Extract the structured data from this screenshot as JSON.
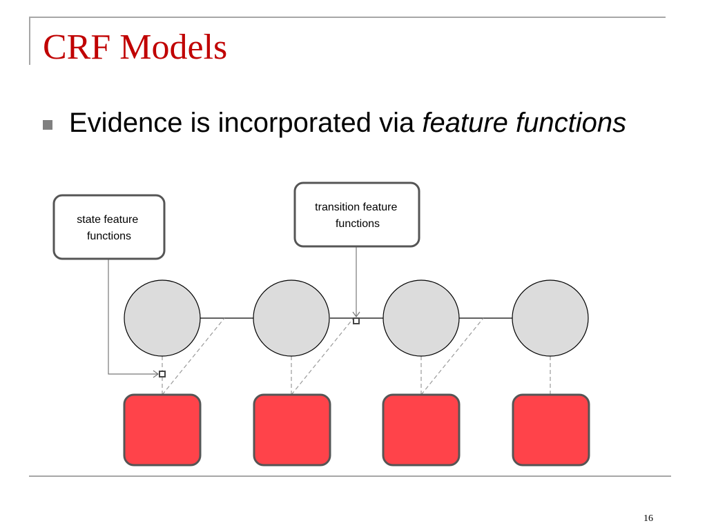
{
  "slide": {
    "title": "CRF Models",
    "bullet": {
      "text_plain": "Evidence is incorporated via ",
      "text_italic": "feature functions"
    },
    "page_number": "16"
  },
  "diagram": {
    "callouts": [
      {
        "lines": [
          "state feature",
          "functions"
        ]
      },
      {
        "lines": [
          "transition feature",
          "functions"
        ]
      }
    ],
    "colors": {
      "hidden_node_fill": "#dcdcdc",
      "observed_node_fill": "#ff434a",
      "observed_node_stroke": "#555555",
      "title": "#c00000",
      "frame": "#a6a6a6"
    }
  }
}
